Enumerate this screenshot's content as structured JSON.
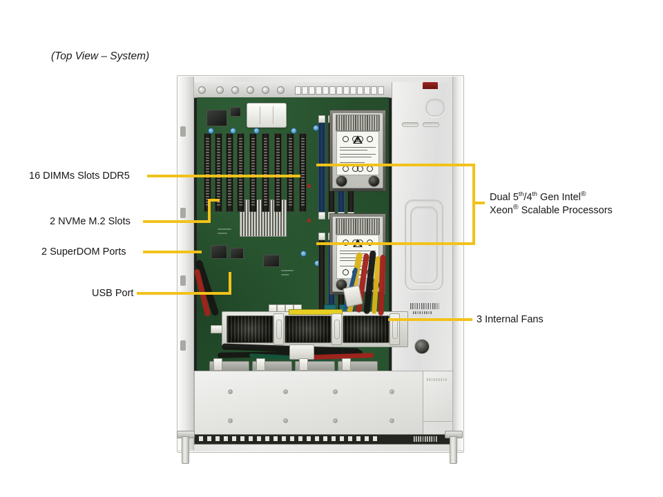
{
  "diagram": {
    "title": "(Top View – System)",
    "accent_color": "#F2C21A",
    "subject": "rackmount-server-top-view"
  },
  "callouts": {
    "left": [
      {
        "id": "dimm-slots",
        "label": "16 DIMMs Slots DDR5"
      },
      {
        "id": "nvme-m2",
        "label": "2 NVMe M.2 Slots"
      },
      {
        "id": "superdom",
        "label": "2 SuperDOM Ports"
      },
      {
        "id": "usb-port",
        "label": "USB Port"
      }
    ],
    "right": [
      {
        "id": "processors",
        "line1_prefix": "Dual 5",
        "line1_sup1": "th",
        "line1_mid": "/4",
        "line1_sup2": "th",
        "line1_suffix": " Gen Intel",
        "line1_reg": "®",
        "line2_prefix": "Xeon",
        "line2_reg": "®",
        "line2_suffix": " Scalable Processors"
      },
      {
        "id": "internal-fans",
        "label": "3 Internal  Fans"
      }
    ]
  },
  "components": {
    "motherboard": "green-pcb",
    "cpu_count": 2,
    "fan_count": 3,
    "heatsink_label": "warning-label",
    "psu_bay": "right-side-bay",
    "front_cover": "bottom-cover-panel"
  }
}
